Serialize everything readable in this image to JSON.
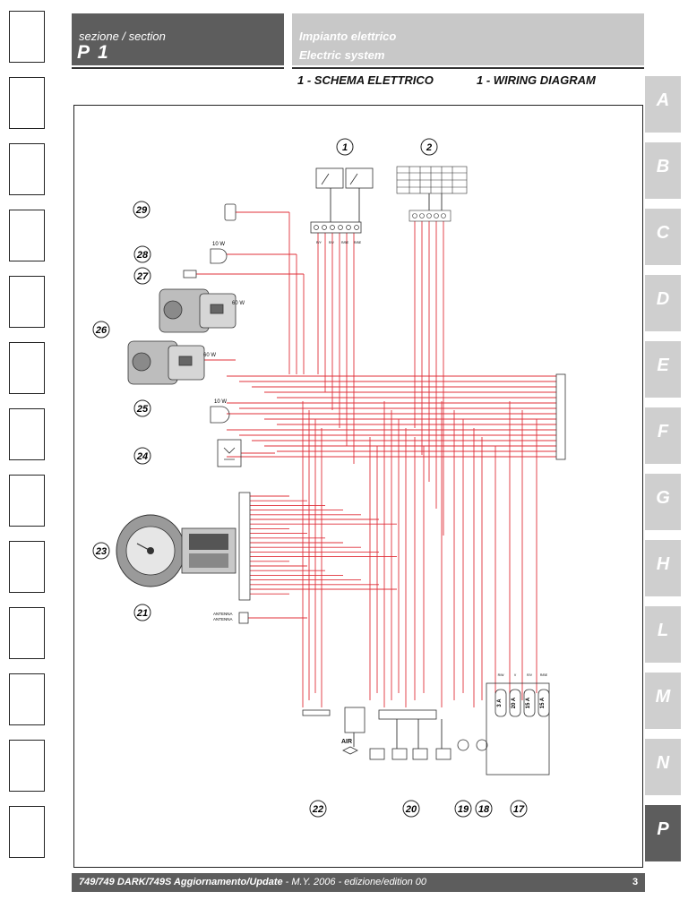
{
  "header": {
    "section_label": "sezione / section",
    "section_code": "P 1",
    "system_it": "Impianto elettrico",
    "system_en": "Electric system",
    "subtitle_it": "1 - SCHEMA ELETTRICO",
    "subtitle_en": "1 - WIRING DIAGRAM"
  },
  "tabs": [
    "A",
    "B",
    "C",
    "D",
    "E",
    "F",
    "G",
    "H",
    "L",
    "M",
    "N",
    "P"
  ],
  "active_tab": "P",
  "diagram": {
    "callouts": [
      "1",
      "2",
      "29",
      "28",
      "27",
      "26",
      "25",
      "24",
      "23",
      "21",
      "22",
      "20",
      "19",
      "18",
      "17"
    ],
    "component_labels": {
      "bulb_28": "10 W",
      "headlight_upper": "60 W",
      "headlight_lower": "60 W",
      "bulb_25": "10 W",
      "air_label": "AIR",
      "antenna_1": "ANTENNA",
      "antenna_2": "ANTENNA"
    },
    "fuses": [
      "3 A",
      "20 A",
      "15 A",
      "15 A"
    ],
    "fuse_wire_labels": [
      "R/W",
      "V",
      "R/V",
      "R/BE"
    ],
    "connector_labels": [
      "R/Y",
      "R/V",
      "R/BE",
      "R/BE"
    ],
    "wire_colors": {
      "red": "#e0303a",
      "black": "#333333"
    }
  },
  "footer": {
    "title": "749/749 DARK/749S Aggiornamento/Update",
    "edition": " - M.Y. 2006 - edizione/edition 00",
    "page": "3"
  }
}
